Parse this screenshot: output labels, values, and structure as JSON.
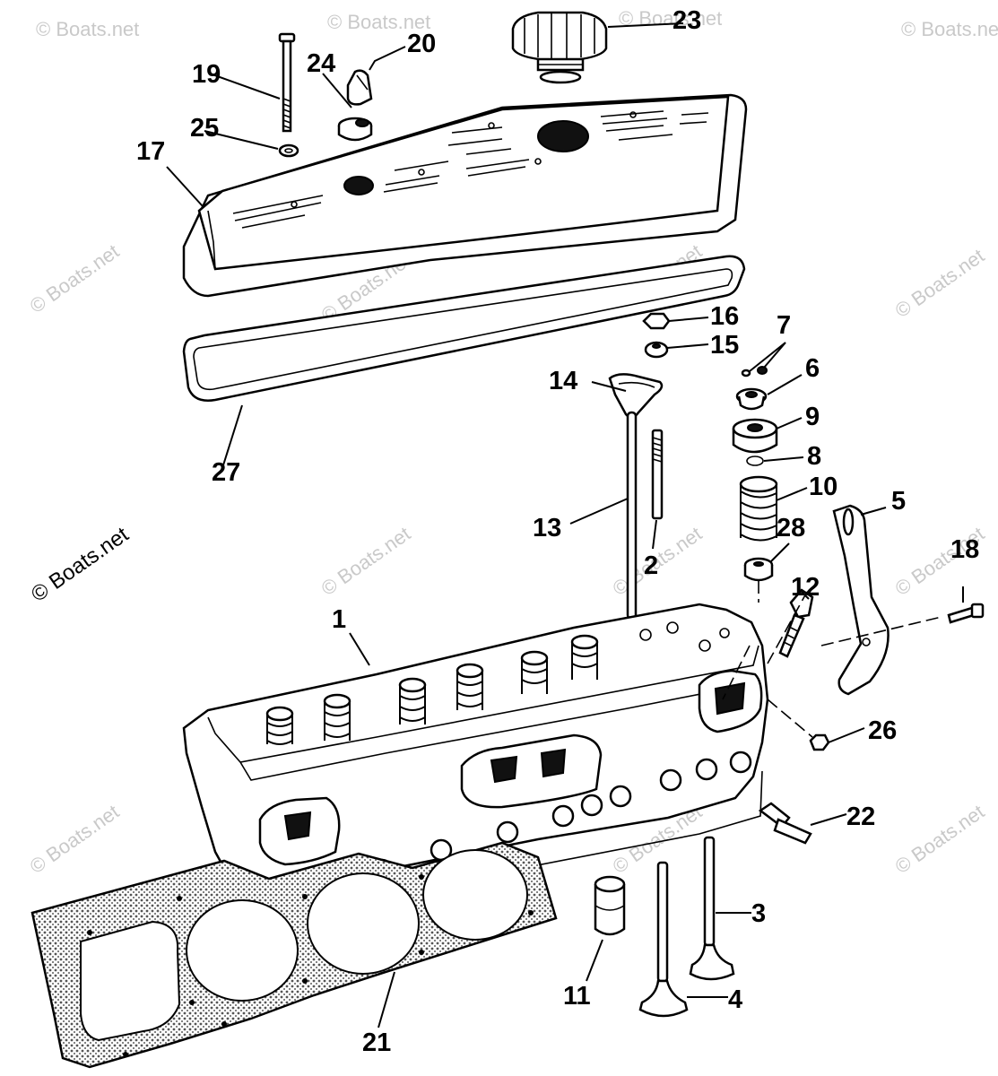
{
  "diagram": {
    "watermark": "© Boats.net",
    "callouts": {
      "c1": "1",
      "c2": "2",
      "c3": "3",
      "c4": "4",
      "c5": "5",
      "c6": "6",
      "c7": "7",
      "c8": "8",
      "c9": "9",
      "c10": "10",
      "c11": "11",
      "c12": "12",
      "c13": "13",
      "c14": "14",
      "c15": "15",
      "c16": "16",
      "c17": "17",
      "c18": "18",
      "c19": "19",
      "c20": "20",
      "c21": "21",
      "c22": "22",
      "c23": "23",
      "c24": "24",
      "c25": "25",
      "c26": "26",
      "c27": "27",
      "c28": "28"
    },
    "colors": {
      "line": "#000000",
      "background": "#ffffff",
      "watermark": "#c9c9c9",
      "gasket_fill": "#b5b5b5"
    }
  }
}
